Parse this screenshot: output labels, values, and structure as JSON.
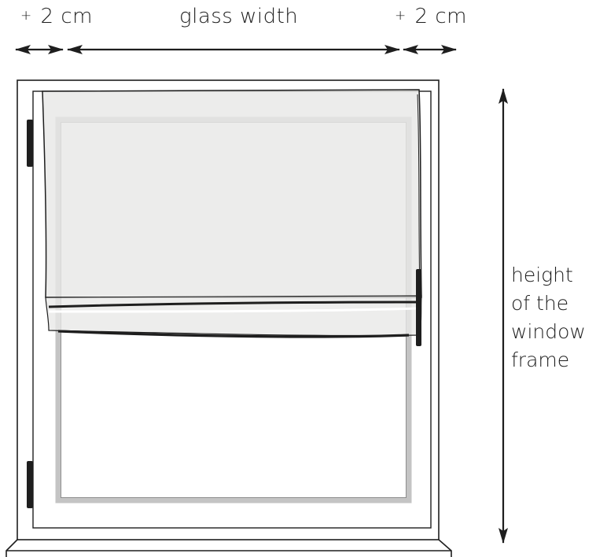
{
  "labels": {
    "left_margin_plus": "+",
    "left_margin_value": "2 cm",
    "glass_width": "glass width",
    "right_margin_plus": "+",
    "right_margin_value": "2 cm",
    "height_lines": [
      "height",
      "of the",
      "window",
      "frame"
    ]
  },
  "colors": {
    "stroke": "#1e1e1e",
    "glass_border": "#c4c4c4",
    "blind_fill": "#e8e8e7",
    "background": "#ffffff"
  }
}
